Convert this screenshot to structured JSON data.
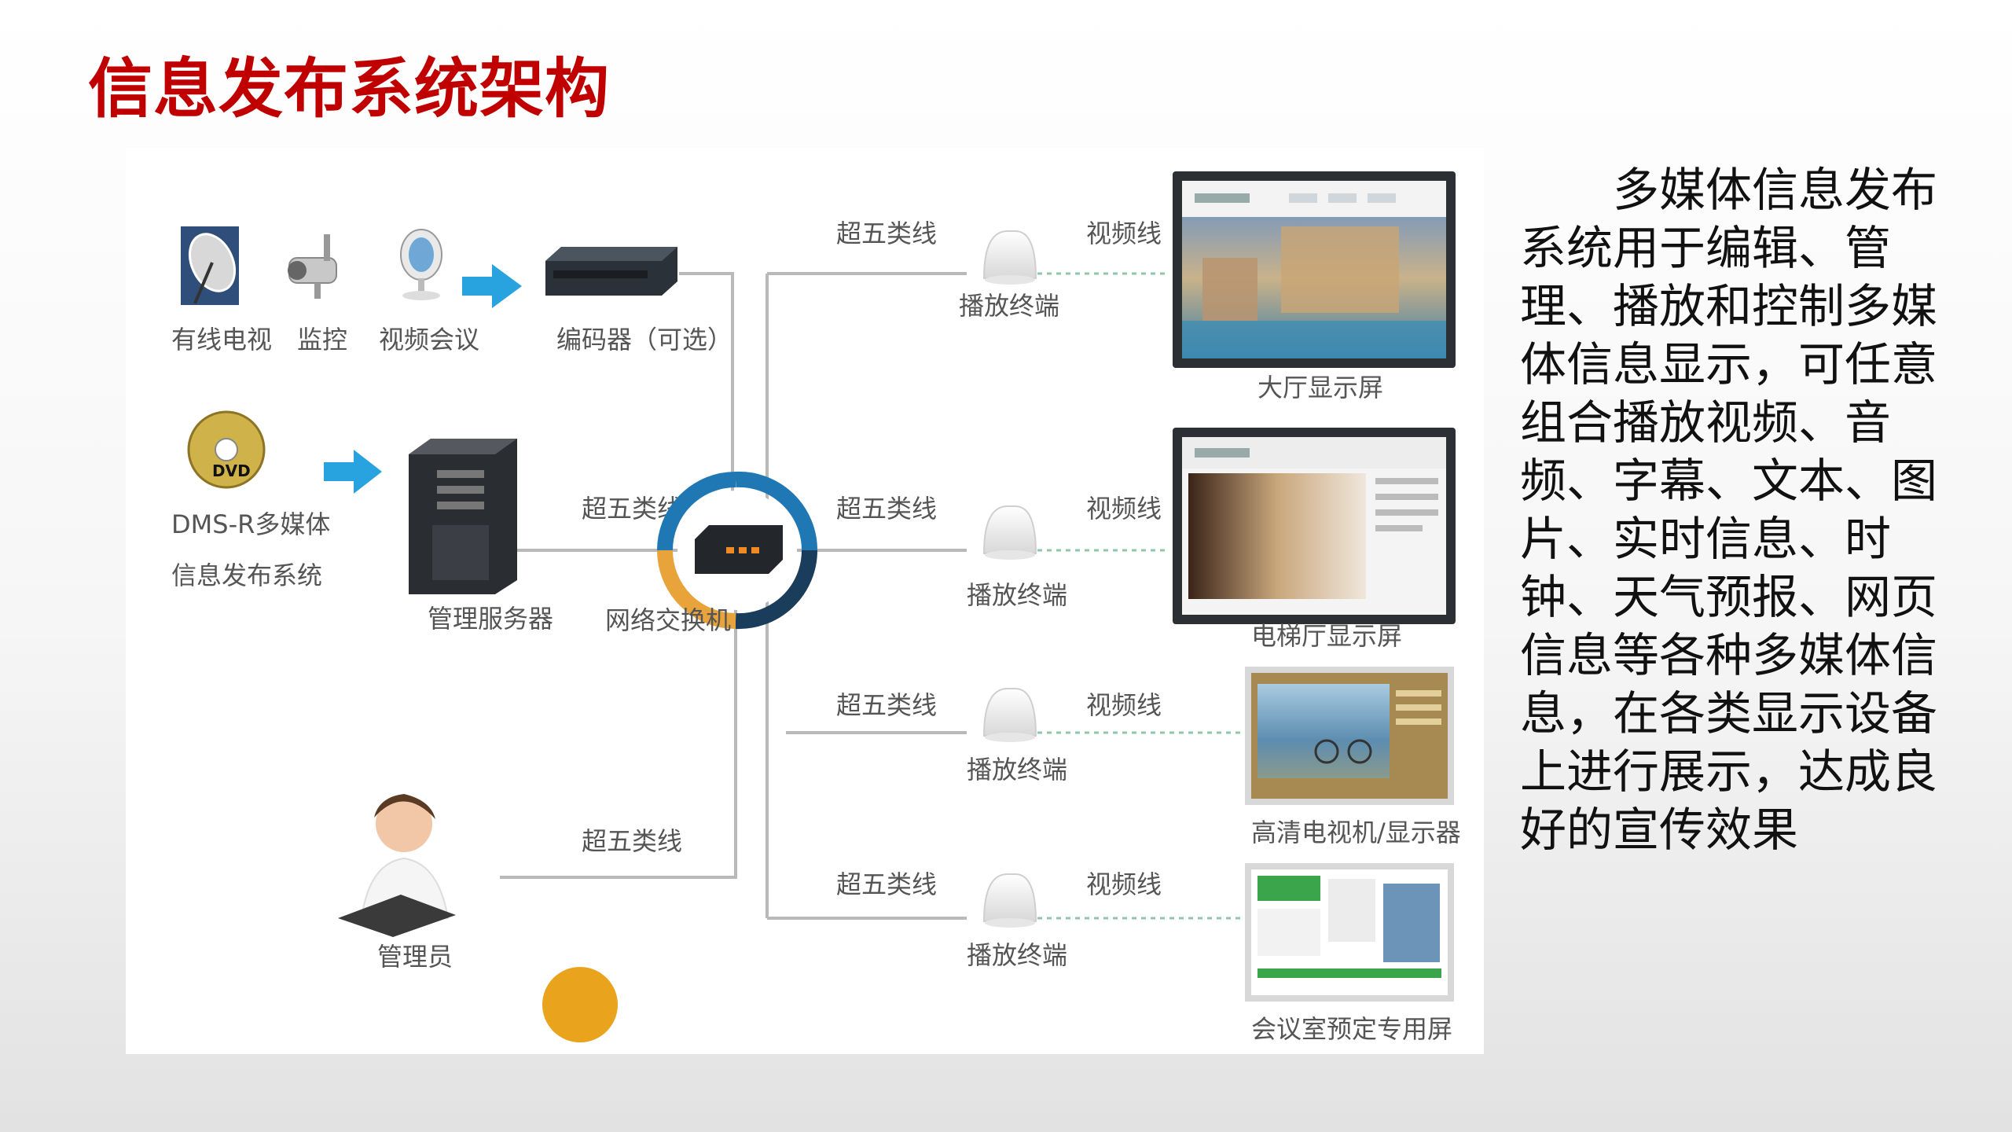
{
  "title": "信息发布系统架构",
  "description": "多媒体信息发布系统用于编辑、管理、播放和控制多媒体信息显示，可任意组合播放视频、音频、字幕、文本、图片、实时信息、时钟、天气预报、网页信息等各种多媒体信息，在各类显示设备上进行展示，达成良好的宣传效果",
  "sources": {
    "cable_tv": "有线电视",
    "monitor": "监控",
    "video_conf": "视频会议",
    "encoder": "编码器（可选）",
    "dms_line1": "DMS-R多媒体",
    "dms_line2": "信息发布系统",
    "dvd_label": "DVD"
  },
  "core": {
    "server": "管理服务器",
    "switch": "网络交换机",
    "admin": "管理员",
    "cable_server": "超五类线",
    "cable_admin": "超五类线"
  },
  "branches": [
    {
      "cable": "超五类线",
      "terminal": "播放终端",
      "video": "视频线",
      "screen": "大厅显示屏"
    },
    {
      "cable": "超五类线",
      "terminal": "播放终端",
      "video": "视频线",
      "screen": "电梯厅显示屏"
    },
    {
      "cable": "超五类线",
      "terminal": "播放终端",
      "video": "视频线",
      "screen": "高清电视机/显示器"
    },
    {
      "cable": "超五类线",
      "terminal": "播放终端",
      "video": "视频线",
      "screen": "会议室预定专用屏"
    }
  ],
  "colors": {
    "title": "#c00000",
    "arrow": "#29a3e0",
    "ring_blue": "#1f78b4",
    "ring_dark": "#1b3d5c",
    "ring_gold": "#e8a33a",
    "accent_circle": "#e9a31d",
    "line": "#b9b9b9"
  },
  "icons": {
    "satellite": "satellite-dish-icon",
    "camera": "cctv-camera-icon",
    "imac": "imac-icon",
    "dvd": "dvd-disc-icon",
    "server": "tower-server-icon",
    "switch": "network-switch-icon",
    "terminal": "player-box-icon",
    "admin": "admin-person-icon"
  }
}
